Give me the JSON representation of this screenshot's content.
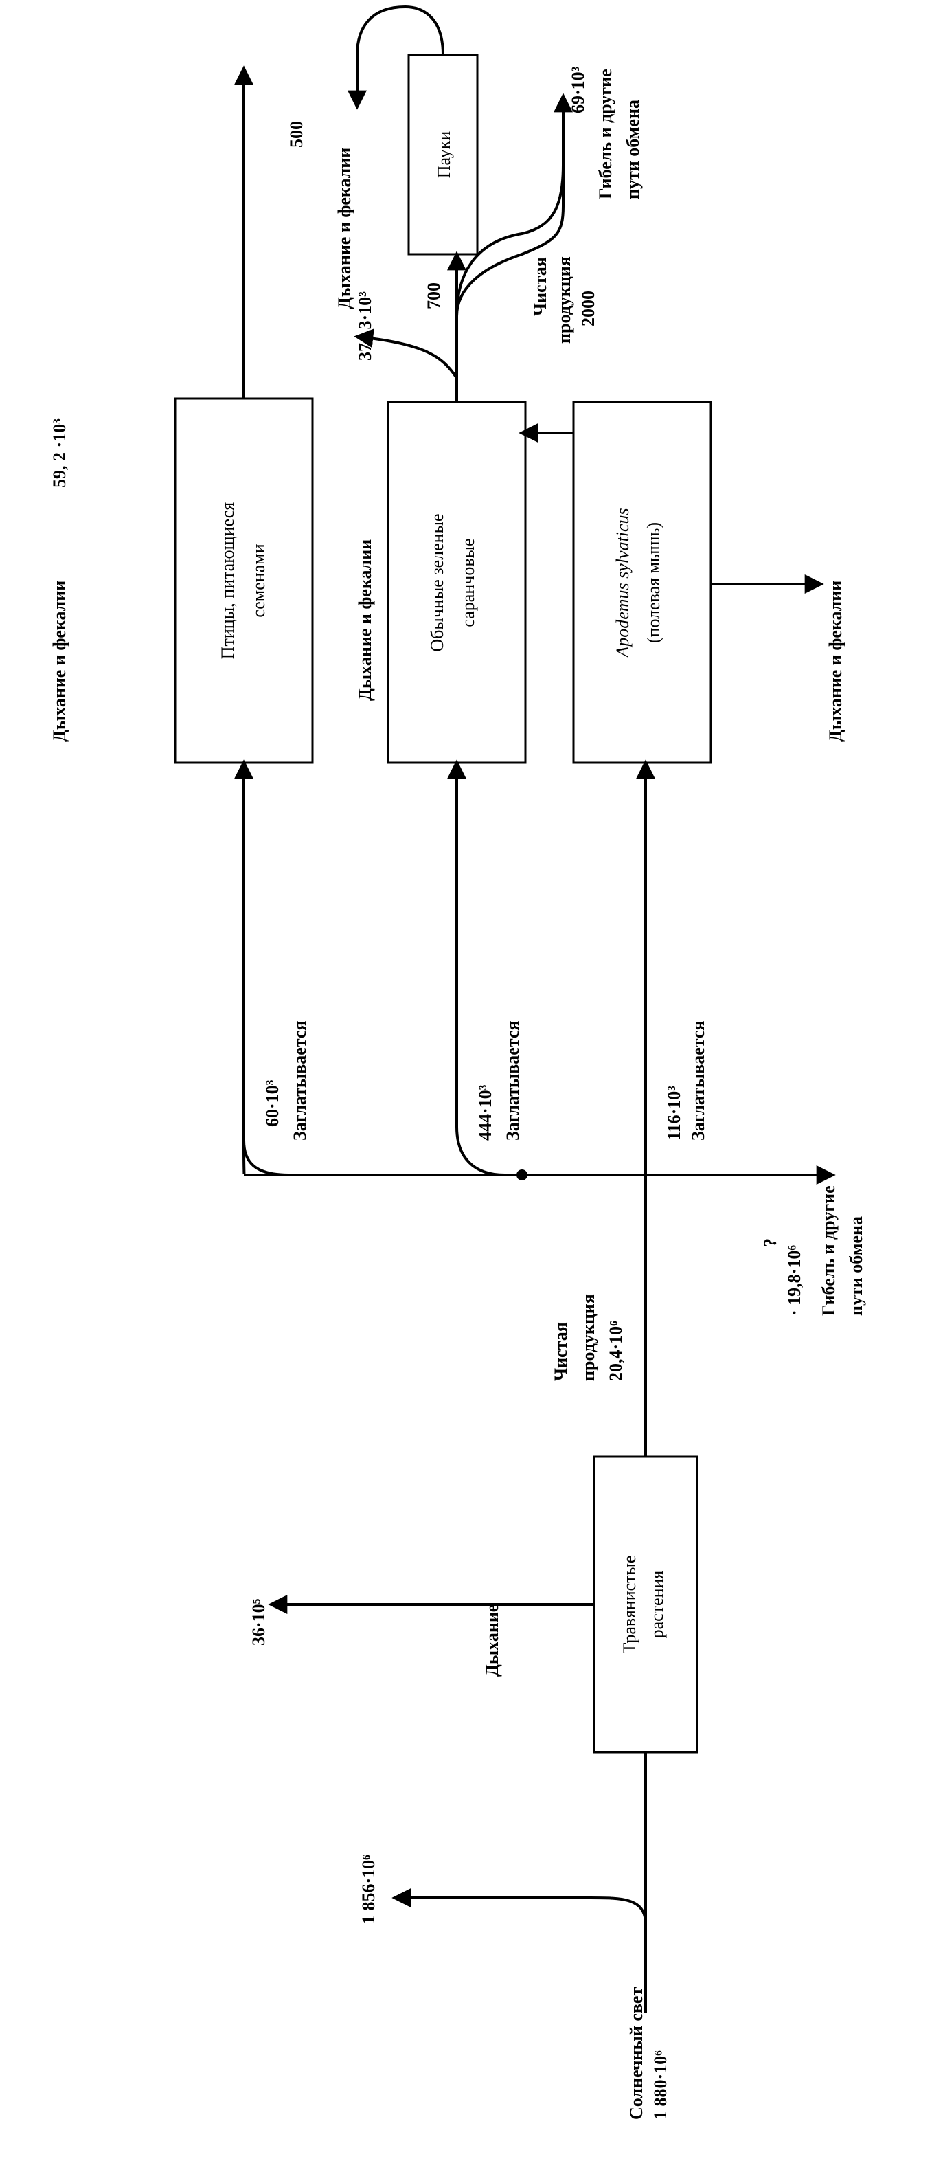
{
  "diagram": {
    "boxes": {
      "plants": [
        "Травянистые",
        "растения"
      ],
      "birds": [
        "Птицы, питающиеся",
        "семенами"
      ],
      "grasshoppers": [
        "Обычные зеленые",
        "саранчовые"
      ],
      "mouse_species": "Apodemus sylvaticus",
      "mouse_common": "(полевая мышь)",
      "spiders": "Пауки"
    },
    "inputs": {
      "sunlight_label": "Солнечный свет",
      "sunlight_value": "1 880·10⁶"
    },
    "plants_flows": {
      "sun_loss_value": "1 856·10⁶",
      "respiration_label": "Дыхание",
      "respiration_value": "36·10⁵",
      "net_production_label": [
        "Чистая",
        "продукция"
      ],
      "net_production_value": "20,4·10⁶"
    },
    "consumption": {
      "birds_value": "60·10³",
      "grasshoppers_value": "444·10³",
      "mouse_value": "116·10³",
      "eaten_label": "Заглатывается"
    },
    "plants_death": {
      "mark": "?",
      "value": "· 19,8·10⁶",
      "label": [
        "Гибель и другие",
        "пути обмена"
      ]
    },
    "birds_flows": {
      "out_label": "Дыхание и фекалии",
      "out_value": "59, 2 ·10³"
    },
    "grasshoppers_flows": {
      "out_label": "Дыхание и фекалии",
      "out_value": "374,3·10³",
      "to_spiders": "700",
      "death_value": "69·10³",
      "death_label": [
        "Гибель и другие",
        "пути обмена"
      ]
    },
    "mouse_flows": {
      "net_label": [
        "Чистая",
        "продукция"
      ],
      "net_value": "2000",
      "out_label": "Дыхание и фекалии"
    },
    "spiders_flows": {
      "out_value": "500",
      "out_label": "Дыхание и фекалии"
    }
  }
}
